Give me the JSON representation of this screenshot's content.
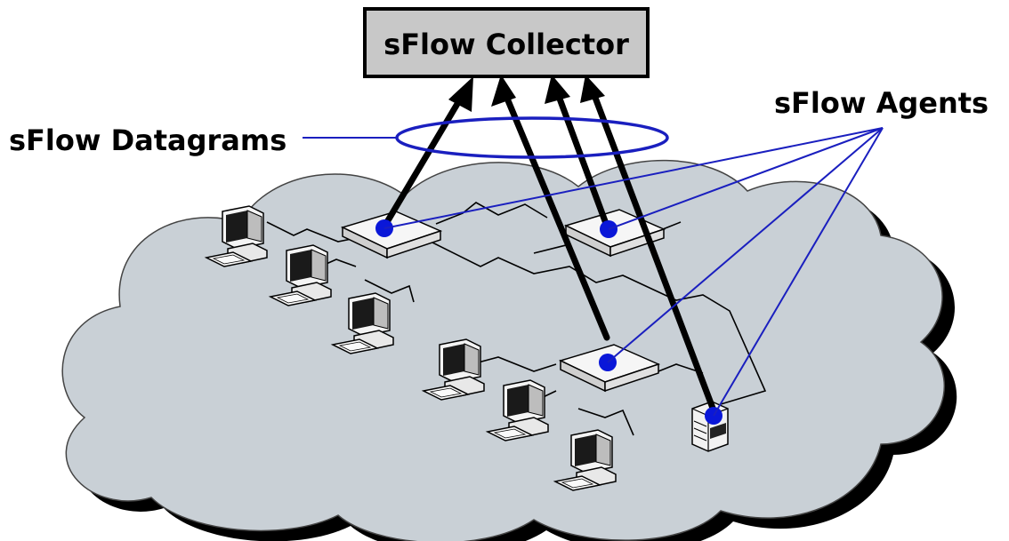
{
  "collector": {
    "label": "sFlow Collector"
  },
  "labels": {
    "datagrams": "sFlow Datagrams",
    "agents": "sFlow Agents"
  },
  "colors": {
    "cloud": "#c9d0d6",
    "cloud_shadow": "#000000",
    "collector_fill": "#c8c8c8",
    "agent_dot": "#0a17d8",
    "callout_line": "#1a1fbf",
    "datagram_arrow": "#000000"
  },
  "icons": {
    "computer": "desktop-computer-icon",
    "switch": "network-switch-icon",
    "server": "server-icon"
  }
}
